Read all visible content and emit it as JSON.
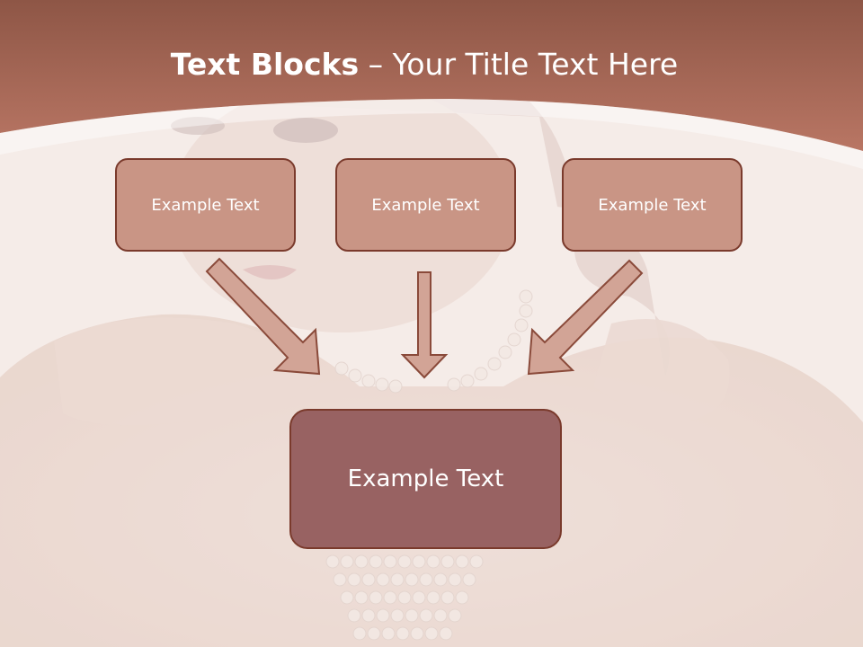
{
  "slide": {
    "title_bold": "Text Blocks",
    "title_rest": " – Your Title Text Here"
  },
  "blocks": {
    "top": [
      "Example Text",
      "Example Text",
      "Example Text"
    ],
    "bottom": "Example Text"
  },
  "colors": {
    "header": "#a8604c",
    "box_light": "#c99585",
    "box_dark": "#986262",
    "outline": "#7a3a2c",
    "arrow_fill": "#d2a496"
  }
}
